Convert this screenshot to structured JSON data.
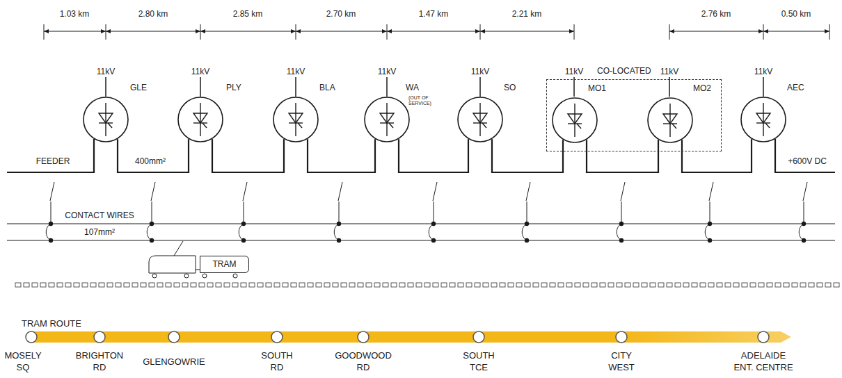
{
  "diagram": {
    "nodes": [
      {
        "text": [
          "GLE"
        ]
      },
      {
        "text": [
          "PLY"
        ]
      },
      {
        "text": [
          "BLA"
        ]
      },
      {
        "text": [
          "WA",
          "(OUT OF SERVICE)"
        ]
      },
      {
        "text": [
          "SO"
        ]
      },
      {
        "text": [
          "CO-LOCATED"
        ]
      },
      {
        "text": [
          "MO1"
        ],
        "in": 5
      },
      {
        "text": [
          "MO2"
        ],
        "in": 5
      },
      {
        "text": [
          "AEC"
        ]
      },
      {
        "text": [
          "TRAM"
        ]
      }
    ],
    "edges": [
      {
        "from": 0,
        "to": 1,
        "arrow": "none"
      },
      {
        "from": 1,
        "to": 2,
        "arrow": "none"
      },
      {
        "from": 2,
        "to": 3,
        "arrow": "none"
      },
      {
        "from": 3,
        "to": 4,
        "arrow": "none"
      },
      {
        "from": 4,
        "to": 6,
        "arrow": "none"
      },
      {
        "from": 6,
        "to": 7,
        "arrow": "none"
      },
      {
        "from": 7,
        "to": 8,
        "arrow": "none"
      }
    ],
    "labels": [
      "1.03 km",
      "2.80 km",
      "2.85 km",
      "2.70 km",
      "1.47 km",
      "2.21 km",
      "2.76 km",
      "0.50 km",
      "11kV",
      "11kV",
      "11kV",
      "11kV",
      "11kV",
      "11kV",
      "11kV",
      "11kV",
      "FEEDER",
      "400mm²",
      "+600V DC",
      "CONTACT WIRES",
      "107mm²",
      "TRAM ROUTE",
      "MOSELY SQ",
      "BRIGHTON RD",
      "GLENGOWRIE",
      "SOUTH RD",
      "GOODWOOD RD",
      "SOUTH TCE",
      "CITY WEST",
      "ADELAIDE ENT. CENTRE"
    ]
  }
}
